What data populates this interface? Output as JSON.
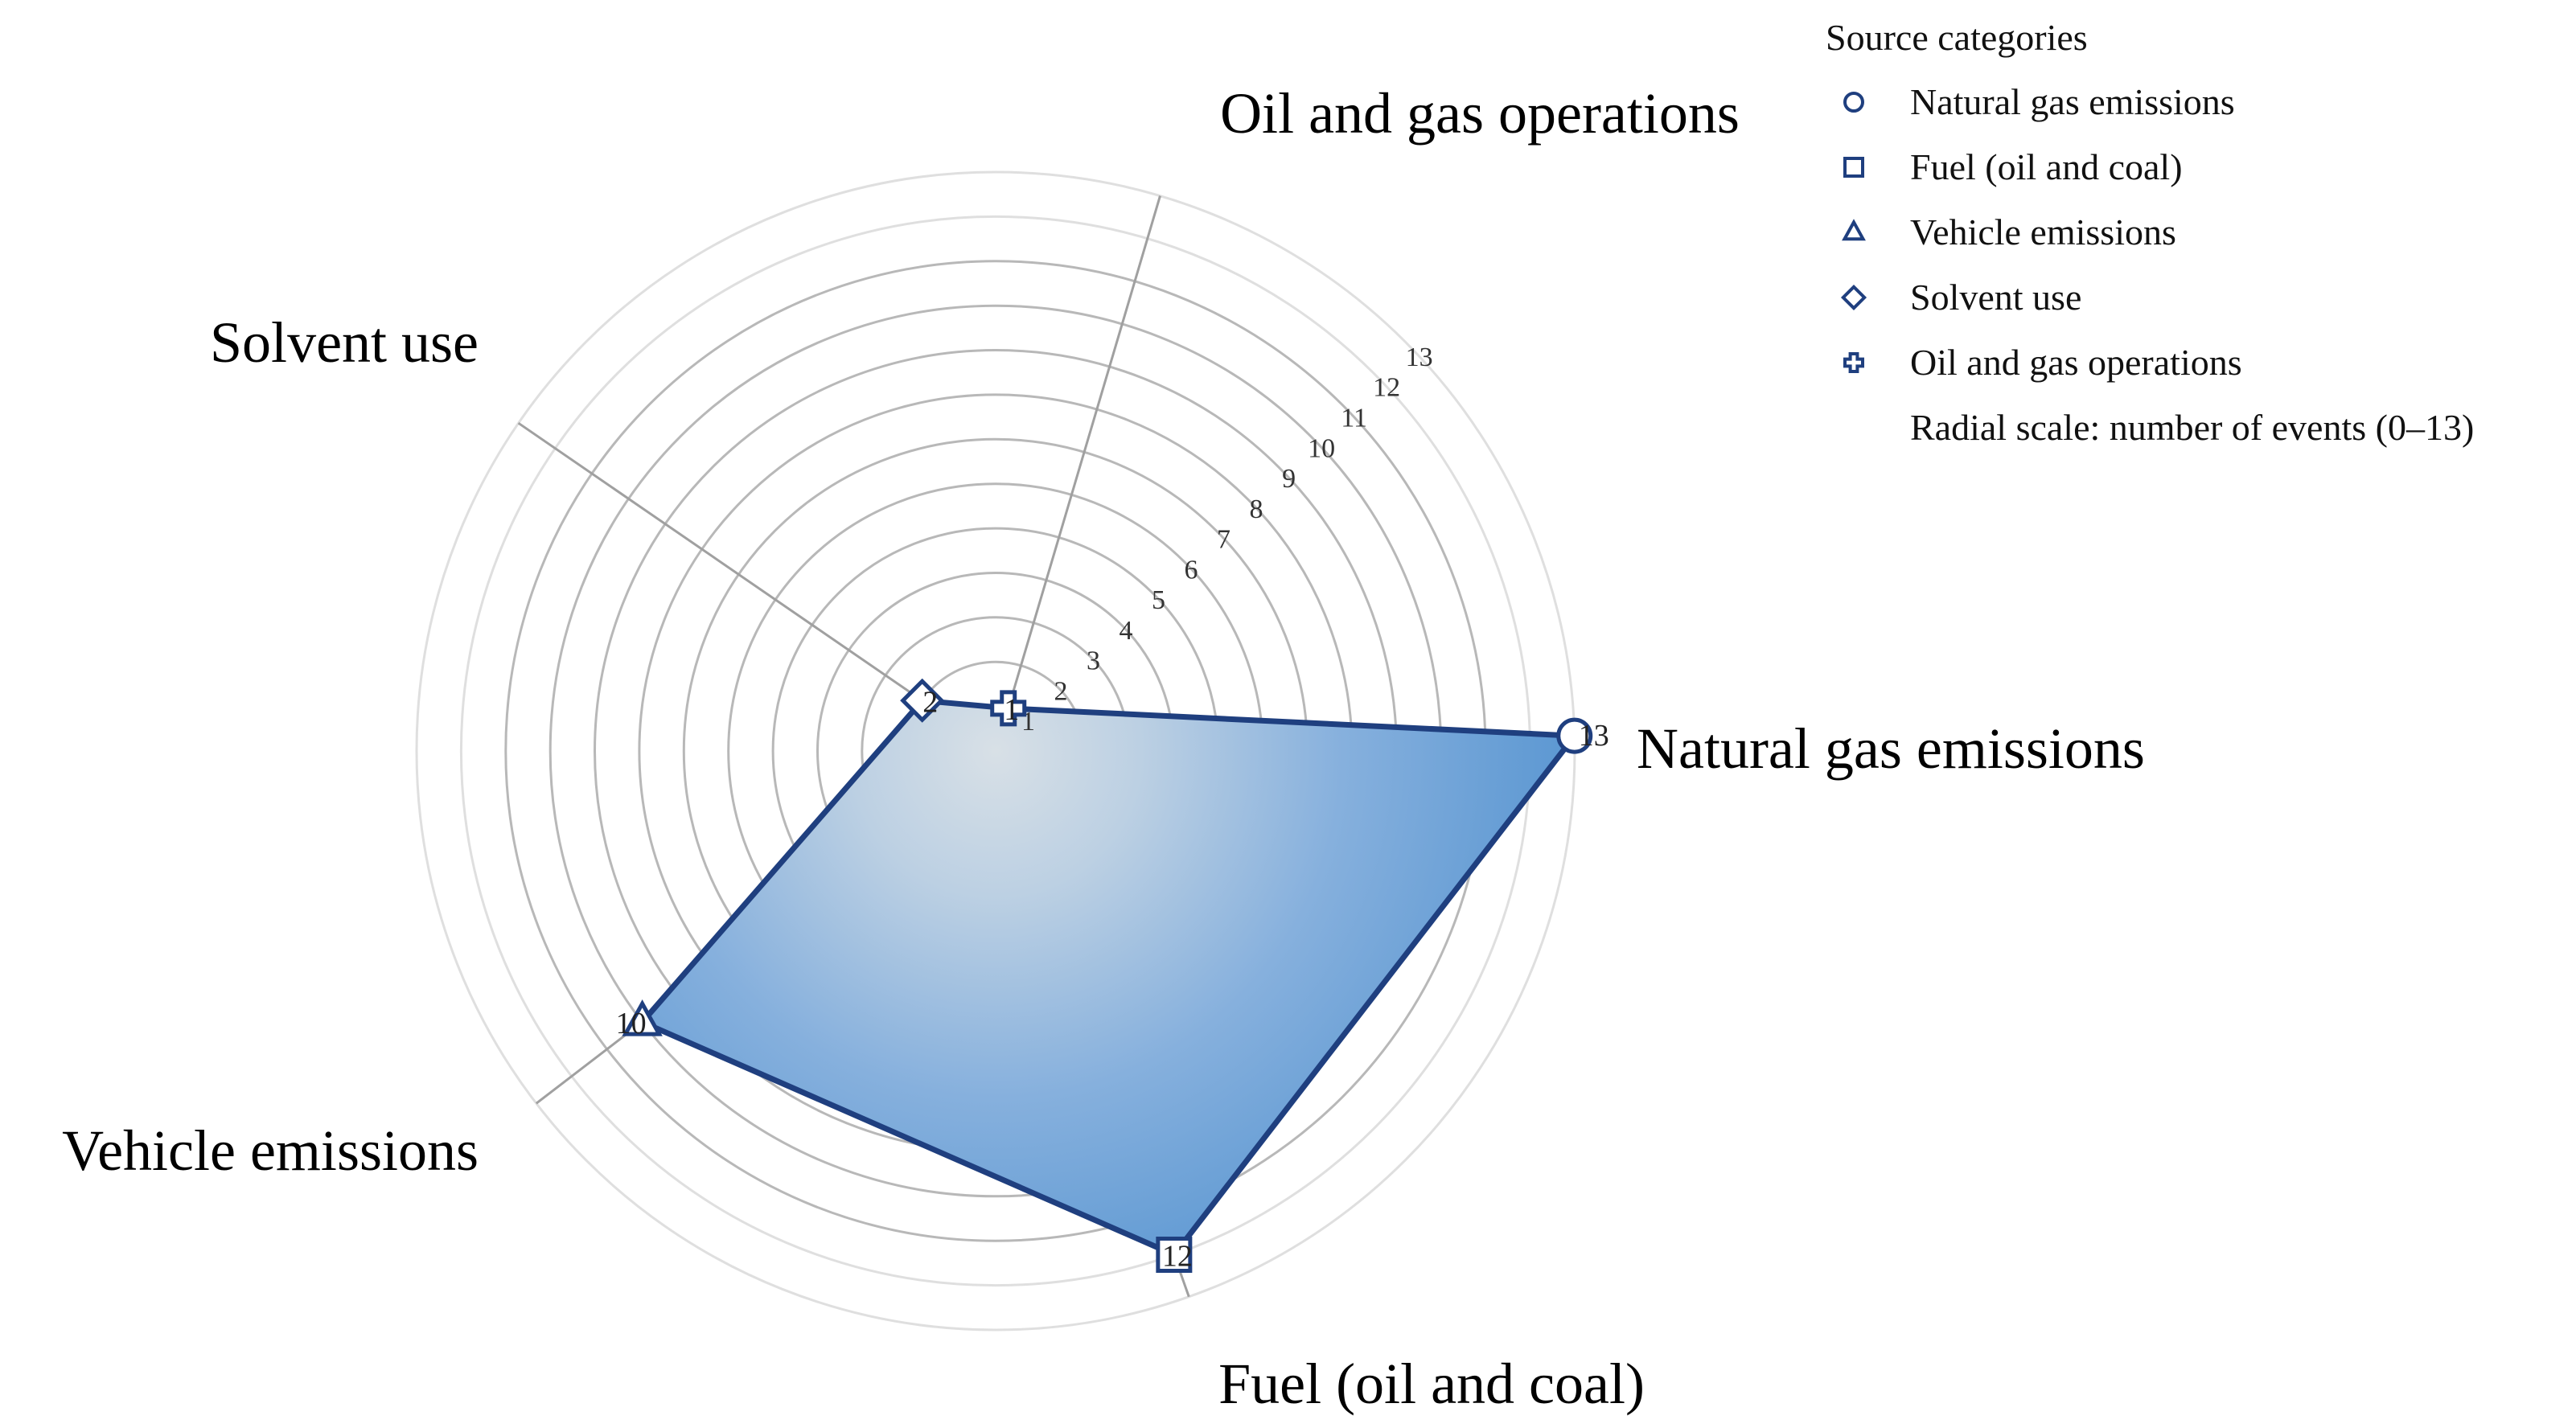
{
  "chart_data": {
    "type": "radar",
    "categories": [
      "Natural gas emissions",
      "Fuel (oil and coal)",
      "Vehicle emissions",
      "Solvent use",
      "Oil and gas operations"
    ],
    "values": [
      13,
      12,
      10,
      2,
      1
    ],
    "markers": [
      "circle",
      "square",
      "triangle",
      "diamond",
      "plus"
    ],
    "value_labels": [
      "13",
      "12",
      "10",
      "2",
      "1"
    ],
    "radial_ticks": [
      "1",
      "2",
      "3",
      "4",
      "5",
      "6",
      "7",
      "8",
      "9",
      "10",
      "11",
      "12",
      "13"
    ],
    "rlim": [
      0,
      13
    ],
    "grid": true,
    "legend": {
      "title": "Source categories",
      "placement": "top-right",
      "items": [
        "Natural gas emissions",
        "Fuel (oil and coal)",
        "Vehicle emissions",
        "Solvent use",
        "Oil and gas operations"
      ],
      "note": "Radial scale: number of events (0–13)"
    },
    "colors": {
      "line": "#1f3f7f",
      "fill_center": "#d6dee6",
      "fill_edge": "#5b97d2",
      "grid": "#b8b8b8",
      "axis": "#a0a0a0"
    }
  }
}
